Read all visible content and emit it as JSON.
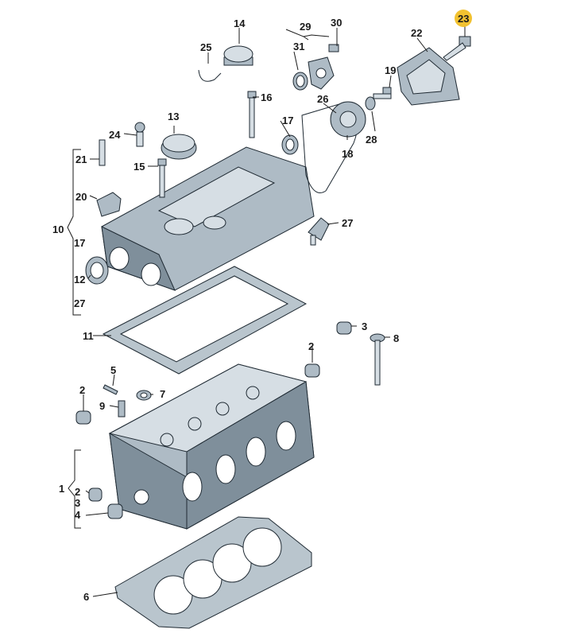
{
  "diagram": {
    "highlight_color": "#f2c230",
    "labels": {
      "l1": "1",
      "l2a": "2",
      "l2b": "2",
      "l2c": "2",
      "l3a": "3",
      "l3b": "3",
      "l4": "4",
      "l5": "5",
      "l6": "6",
      "l7": "7",
      "l8": "8",
      "l9": "9",
      "l10": "10",
      "l11": "11",
      "l12": "12",
      "l13": "13",
      "l14": "14",
      "l15": "15",
      "l16": "16",
      "l17a": "17",
      "l17b": "17",
      "l18": "18",
      "l19": "19",
      "l20": "20",
      "l21": "21",
      "l22": "22",
      "l23": "23",
      "l24": "24",
      "l25": "25",
      "l26": "26",
      "l27a": "27",
      "l27b": "27",
      "l28": "28",
      "l29": "29",
      "l30": "30",
      "l31": "31"
    }
  }
}
